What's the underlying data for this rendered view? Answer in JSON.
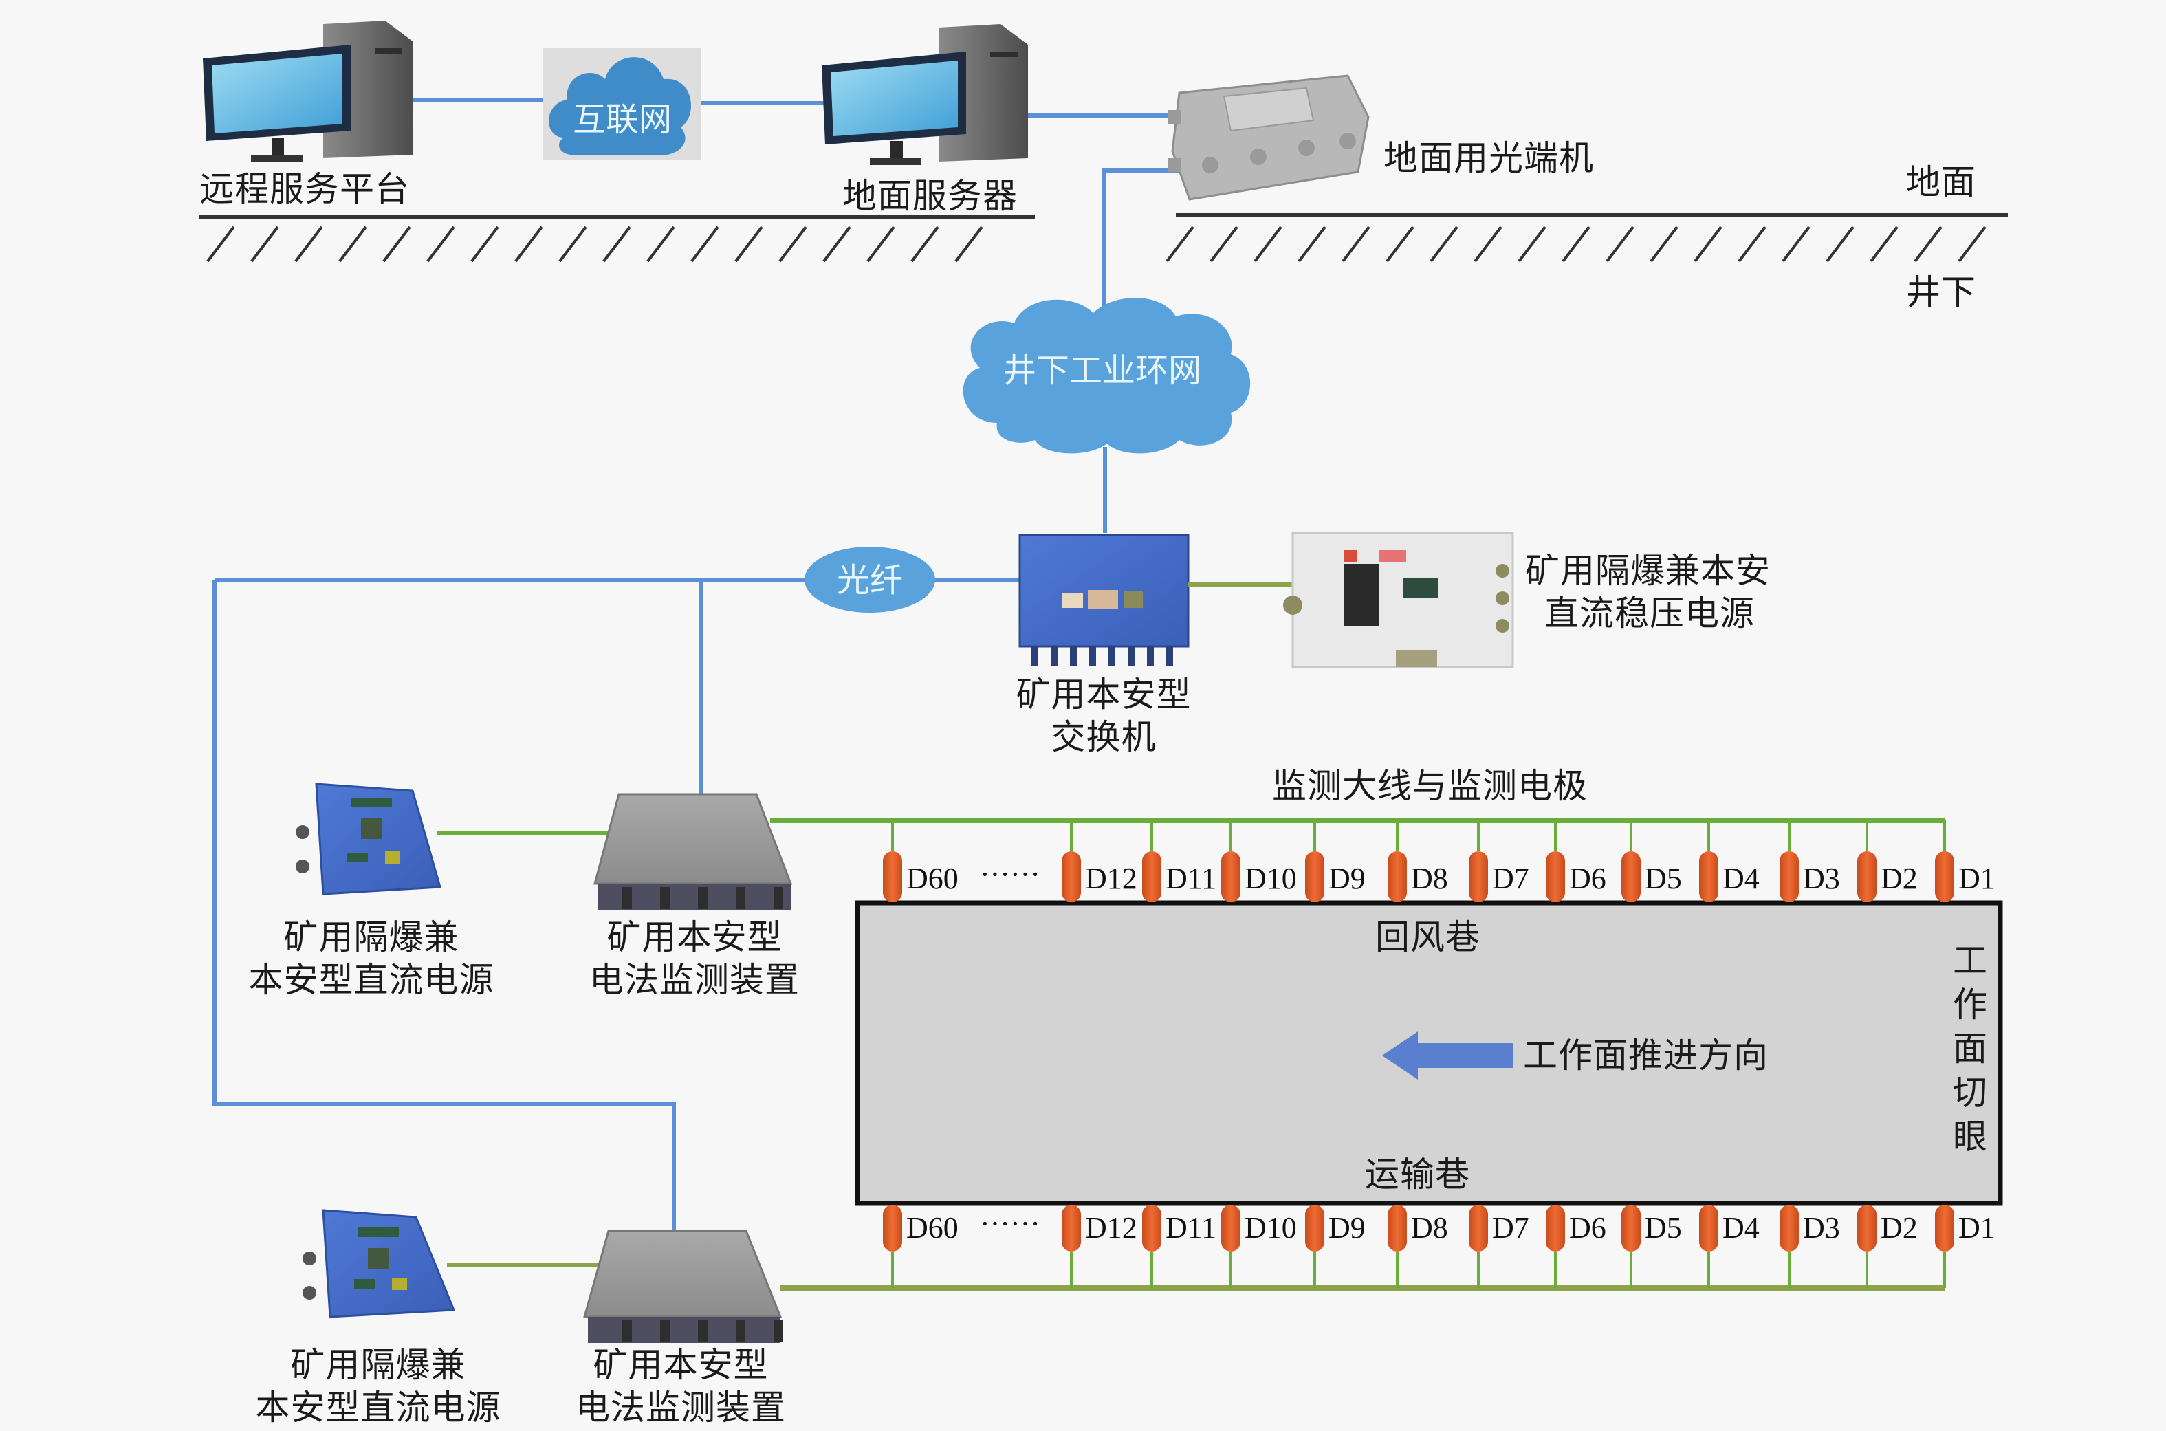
{
  "surface": {
    "remote_platform": "远程服务平台",
    "internet": "互联网",
    "ground_server": "地面服务器",
    "optical_terminal": "地面用光端机",
    "ground_label": "地面",
    "underground_label": "井下"
  },
  "underground": {
    "ring_network": "井下工业环网",
    "fiber": "光纤",
    "switch_line1": "矿用本安型",
    "switch_line2": "交换机",
    "psu_line1": "矿用隔爆兼本安",
    "psu_line2": "直流稳压电源"
  },
  "monitoring_top": {
    "title": "监测大线与监测电极",
    "power_line1": "矿用隔爆兼",
    "power_line2": "本安型直流电源",
    "device_line1": "矿用本安型",
    "device_line2": "电法监测装置"
  },
  "monitoring_bottom": {
    "power_line1": "矿用隔爆兼",
    "power_line2": "本安型直流电源",
    "device_line1": "矿用本安型",
    "device_line2": "电法监测装置"
  },
  "working_face": {
    "return_airway": "回风巷",
    "haulage_roadway": "运输巷",
    "advance_direction": "工作面推进方向",
    "open_off_cut": "工作面切眼"
  },
  "electrodes": [
    "D60",
    "D12",
    "D11",
    "D10",
    "D9",
    "D8",
    "D7",
    "D6",
    "D5",
    "D4",
    "D3",
    "D2",
    "D1"
  ],
  "electrode_ellipsis": "······",
  "colors": {
    "network_line": "#5b8fd6",
    "monitor_cable": "#6aae3a",
    "electrode": "#e0602a",
    "cloud": "#5aa2dc",
    "face_fill": "#d3d3d3",
    "arrow": "#5b7fcf"
  }
}
